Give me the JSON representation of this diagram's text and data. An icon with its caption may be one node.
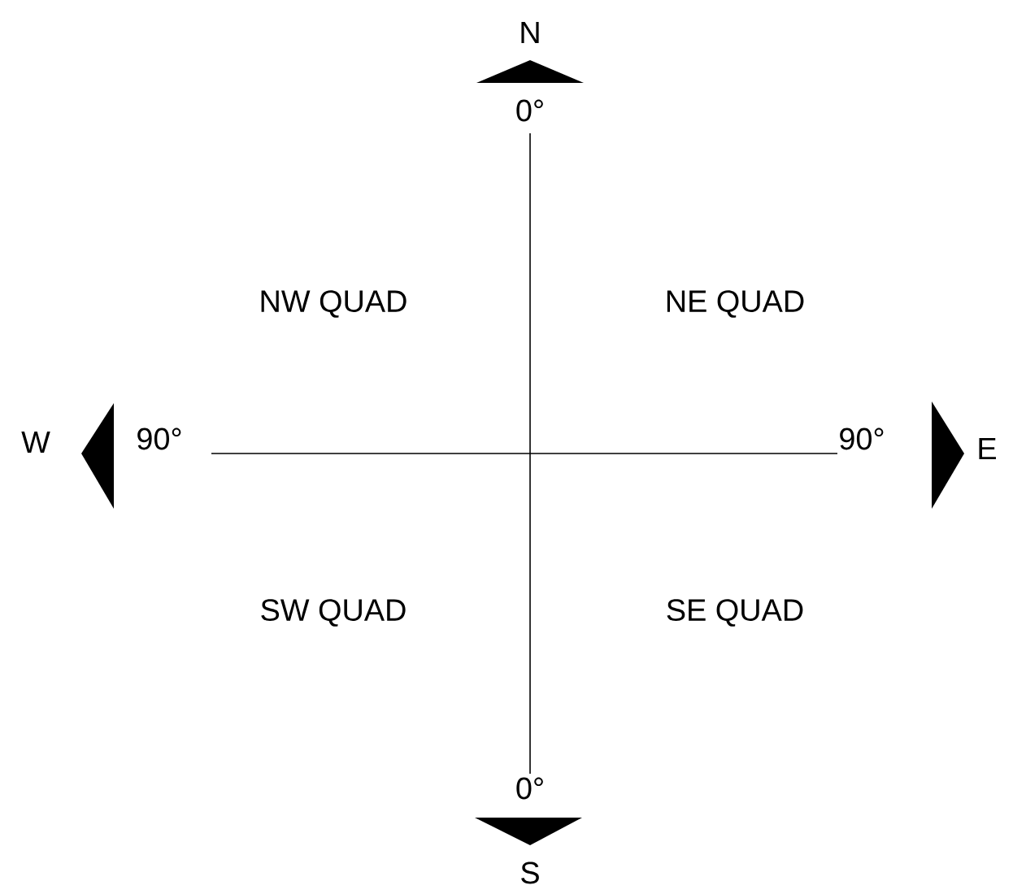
{
  "diagram": {
    "labels": [
      "N",
      "0°",
      "NW QUAD",
      "NE QUAD",
      "W",
      "90°",
      "90°",
      "E",
      "SW QUAD",
      "SE QUAD",
      "0°",
      "S"
    ]
  }
}
